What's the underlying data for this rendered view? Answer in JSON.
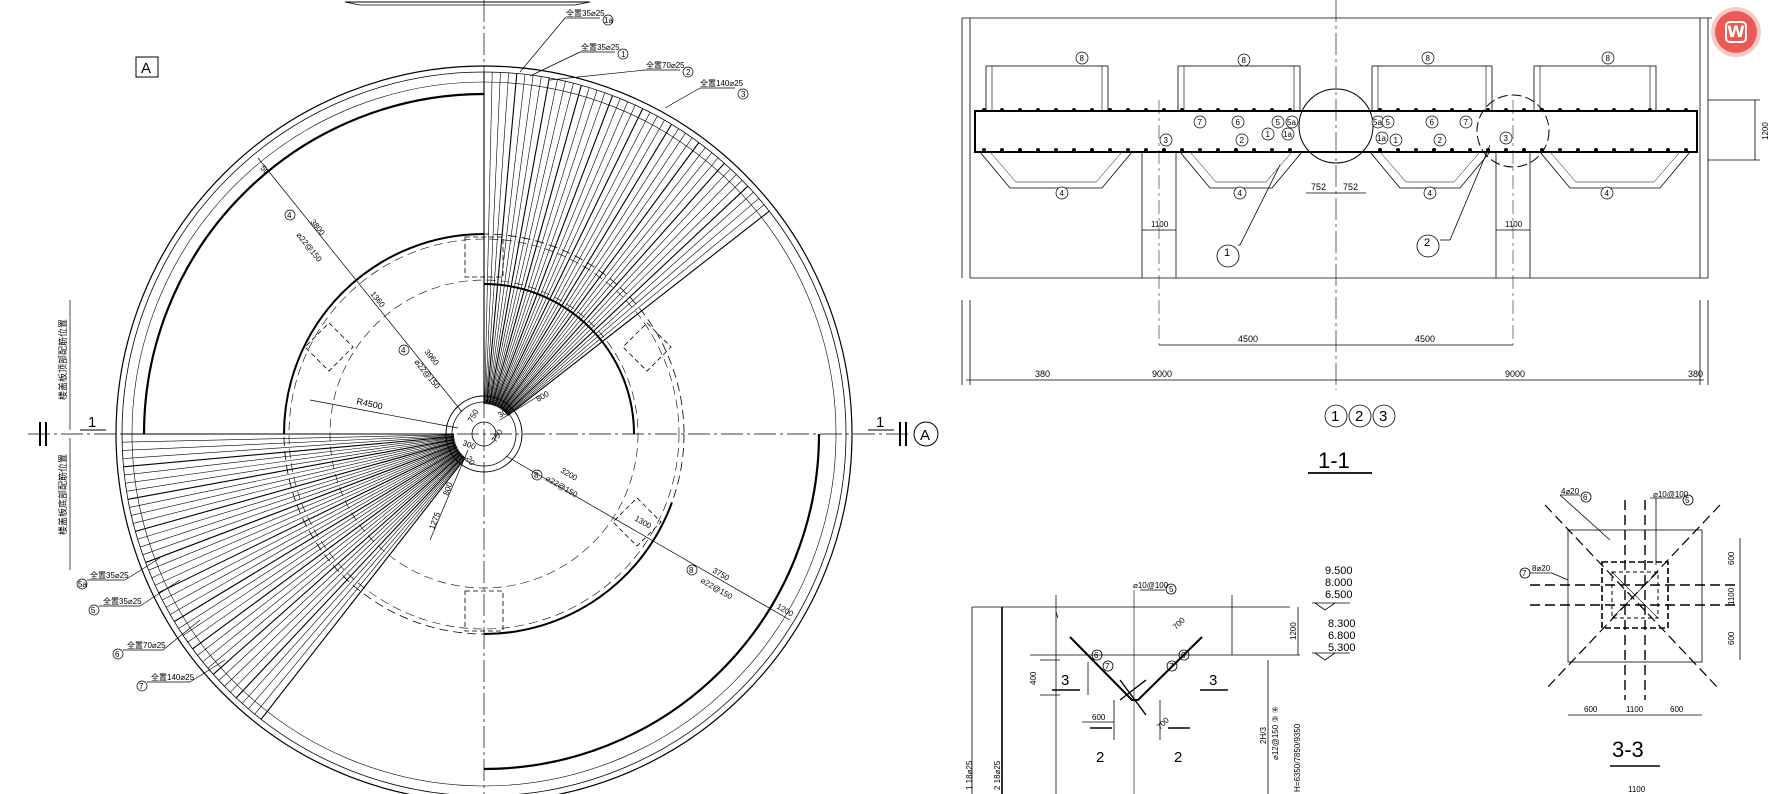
{
  "plan": {
    "box_label": "A",
    "section_mark": "1",
    "section_ref": "A",
    "radius_label": "R4500",
    "side_labels": [
      "楼盖板顶部配筋位置",
      "楼盖板底部配筋位置"
    ],
    "top_notes": [
      {
        "num": "1a",
        "text": "全置35⌀25"
      },
      {
        "num": "1",
        "text": "全置35⌀25"
      },
      {
        "num": "2",
        "text": "全置70⌀25"
      },
      {
        "num": "3",
        "text": "全置140⌀25"
      }
    ],
    "bottom_notes": [
      {
        "num": "5a",
        "text": "全置35⌀25"
      },
      {
        "num": "5",
        "text": "全置35⌀25"
      },
      {
        "num": "6",
        "text": "全置70⌀25"
      },
      {
        "num": "7",
        "text": "全置140⌀25"
      }
    ],
    "ring_notes": [
      {
        "num": "4",
        "text": "⌀22@150",
        "dim": "3800"
      },
      {
        "num": "4",
        "text": "⌀22@150",
        "dim": "3960"
      },
      {
        "num": "8",
        "text": "⌀22@150",
        "dim": "3200"
      },
      {
        "num": "8",
        "text": "⌀22@150",
        "dim": "3750"
      }
    ],
    "small_dims": [
      "50",
      "1360",
      "800",
      "300",
      "750",
      "750",
      "300",
      "20",
      "800",
      "1275",
      "1300",
      "1200"
    ]
  },
  "section_11": {
    "title": "1-1",
    "refs": [
      "1",
      "2",
      "3"
    ],
    "dims": [
      "380",
      "9000",
      "9000",
      "380",
      "4500",
      "4500",
      "1100",
      "1100",
      "752",
      "752",
      "1200"
    ],
    "callouts": [
      "8",
      "8",
      "8",
      "8",
      "7",
      "6",
      "5",
      "5a",
      "1",
      "1a",
      "2",
      "3",
      "5a",
      "5",
      "6",
      "7",
      "3",
      "1a",
      "1",
      "2",
      "4",
      "4",
      "4",
      "4"
    ],
    "detail_1": "1",
    "detail_2": "2"
  },
  "section_22": {
    "labels": [
      "3",
      "3",
      "2",
      "2"
    ],
    "elevations_upper": [
      "9.500",
      "8.000",
      "6.500"
    ],
    "elevations_lower": [
      "8.300",
      "6.800",
      "5.300"
    ],
    "rebar_top": "⌀10@100",
    "rebar_top_num": "5",
    "dims": [
      "700",
      "700",
      "400",
      "600",
      "1200"
    ],
    "callouts": [
      "6",
      "7",
      "6",
      "7"
    ],
    "vertical_notes": [
      "1  18⌀25",
      "2  18⌀25",
      "2H/3",
      "⌀12@150  ③ ④",
      "H=6350/7850/9350"
    ]
  },
  "section_33": {
    "title": "3-3",
    "notes": [
      {
        "num": "6",
        "text": "4⌀20"
      },
      {
        "num": "5",
        "text": "⌀10@100"
      },
      {
        "num": "7",
        "text": "8⌀20"
      }
    ],
    "dims_bottom": [
      "600",
      "1100",
      "600"
    ],
    "dims_side": [
      "600",
      "1100",
      "600"
    ],
    "dim_below": "1100"
  },
  "app_button": {
    "icon": "wps-icon",
    "glyph": "W",
    "color": "#ec5a55"
  }
}
